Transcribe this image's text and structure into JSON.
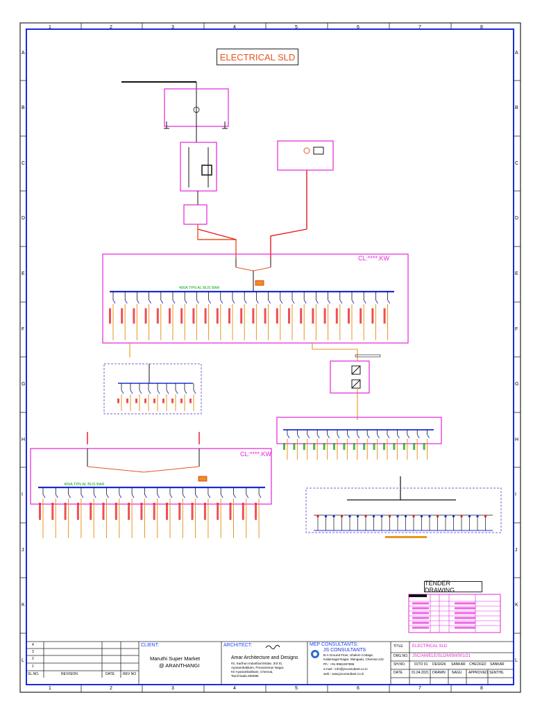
{
  "drawing": {
    "title": "ELECTRICAL SLD",
    "tender_label": "TENDER DRAWING",
    "col_numbers": [
      "1",
      "2",
      "3",
      "4",
      "5",
      "6",
      "7",
      "8"
    ],
    "row_letters": [
      "A",
      "B",
      "C",
      "D",
      "E",
      "F",
      "G",
      "H",
      "I",
      "J",
      "K",
      "L"
    ],
    "busbar1_label": "400A TPN AL BUS BAR",
    "busbar2_label": "400A TPN AL BUS BAR",
    "panel1_kw": "CL:****.KW",
    "panel2_kw": "CL:****.KW"
  },
  "title_block": {
    "revision_rows": [
      "4",
      "3",
      "2",
      "1"
    ],
    "rev_headers": {
      "sl_no": "SL.NO.",
      "revision": "REVISION",
      "date": "DATE",
      "rev_no": "REV NO"
    },
    "client_label": "CLIENT:",
    "client_name": "Maruthi Super Market",
    "client_loc": "@ ARANTHANGI",
    "architect_label": "ARCHITECT:",
    "architect_name": "Amar Architecture and Designs",
    "architect_addr1": "#2, Karthun Industrial Estate, 3rd St,",
    "architect_addr2": "Ayanambakkam, Poonamman Nagar,",
    "architect_addr3": "KII Ayanambakkam, Chennai,",
    "architect_addr4": "Tamil Nadu 600095",
    "mep_label": "MEP CONSULTANTS:",
    "mep_name": "JS CONSULTANTS",
    "mep_addr1": "B-A Ground Floor, Shalom Cottage,",
    "mep_addr2": "Kalaimagal Nagar, Mangadu, Chennai-122",
    "mep_phone": "Ph      : +91-9962297866",
    "mep_email": "e-mail : info@jsconsultant.co.in",
    "mep_web": "web    : www.jsconsultant.co.in",
    "title_label": "TITLE",
    "title_value": "ELECTRICAL SLD",
    "drg_label": "DRG.NO.",
    "drg_value": "JSC/AM/ELE/SLD/MSM/001/21",
    "sh_label": "SH.NO.",
    "sh_value": "01TO 01",
    "design_label": "DESIGN",
    "design_value": "SANKAR",
    "checked_label": "CHECKED",
    "checked_value": "SANKAR",
    "date_label": "DATE",
    "date_value": "01.04.2021",
    "drawn_label": "DRAWN",
    "drawn_value": "NAGU",
    "approved_label": "APPROVED",
    "approved_value": "SENTHIL"
  }
}
